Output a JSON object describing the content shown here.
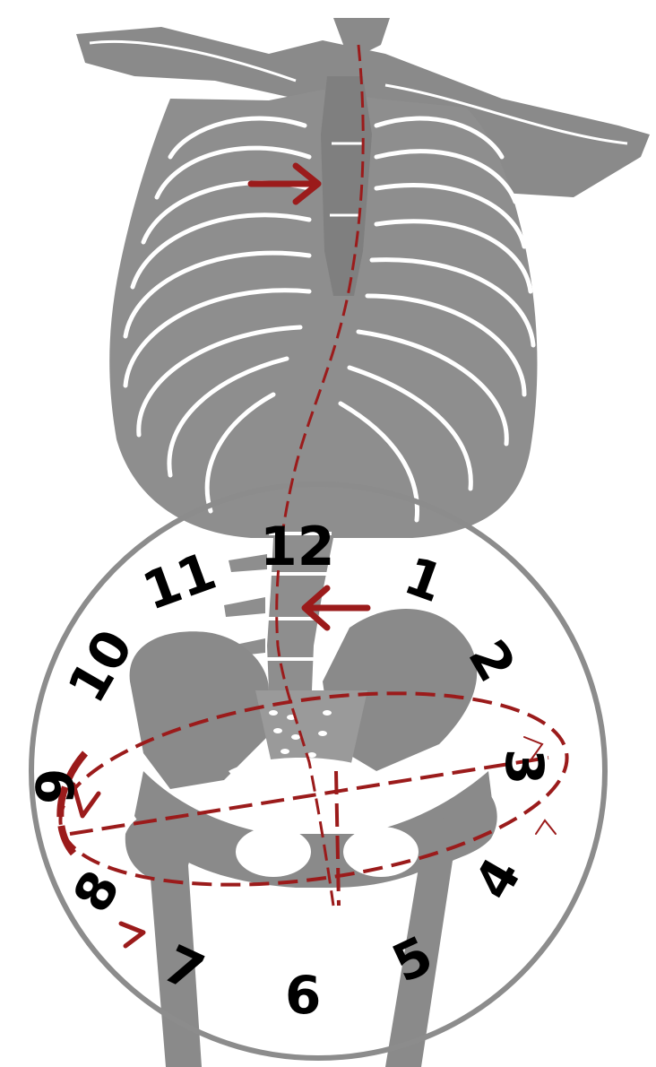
{
  "clock": {
    "numbers": [
      "12",
      "1",
      "2",
      "3",
      "4",
      "5",
      "6",
      "7",
      "8",
      "9",
      "10",
      "11"
    ]
  },
  "colors": {
    "bone": "#8a8a8a",
    "bone_light": "#9a9a9a",
    "line": "#ffffff",
    "accent": "#9b1b1b",
    "clock_ring": "#8c8c8c",
    "numbers": "#000000"
  },
  "icons": [
    "rib-cage-icon",
    "spine-icon",
    "pelvis-icon",
    "femur-icon",
    "arrow-icon"
  ]
}
